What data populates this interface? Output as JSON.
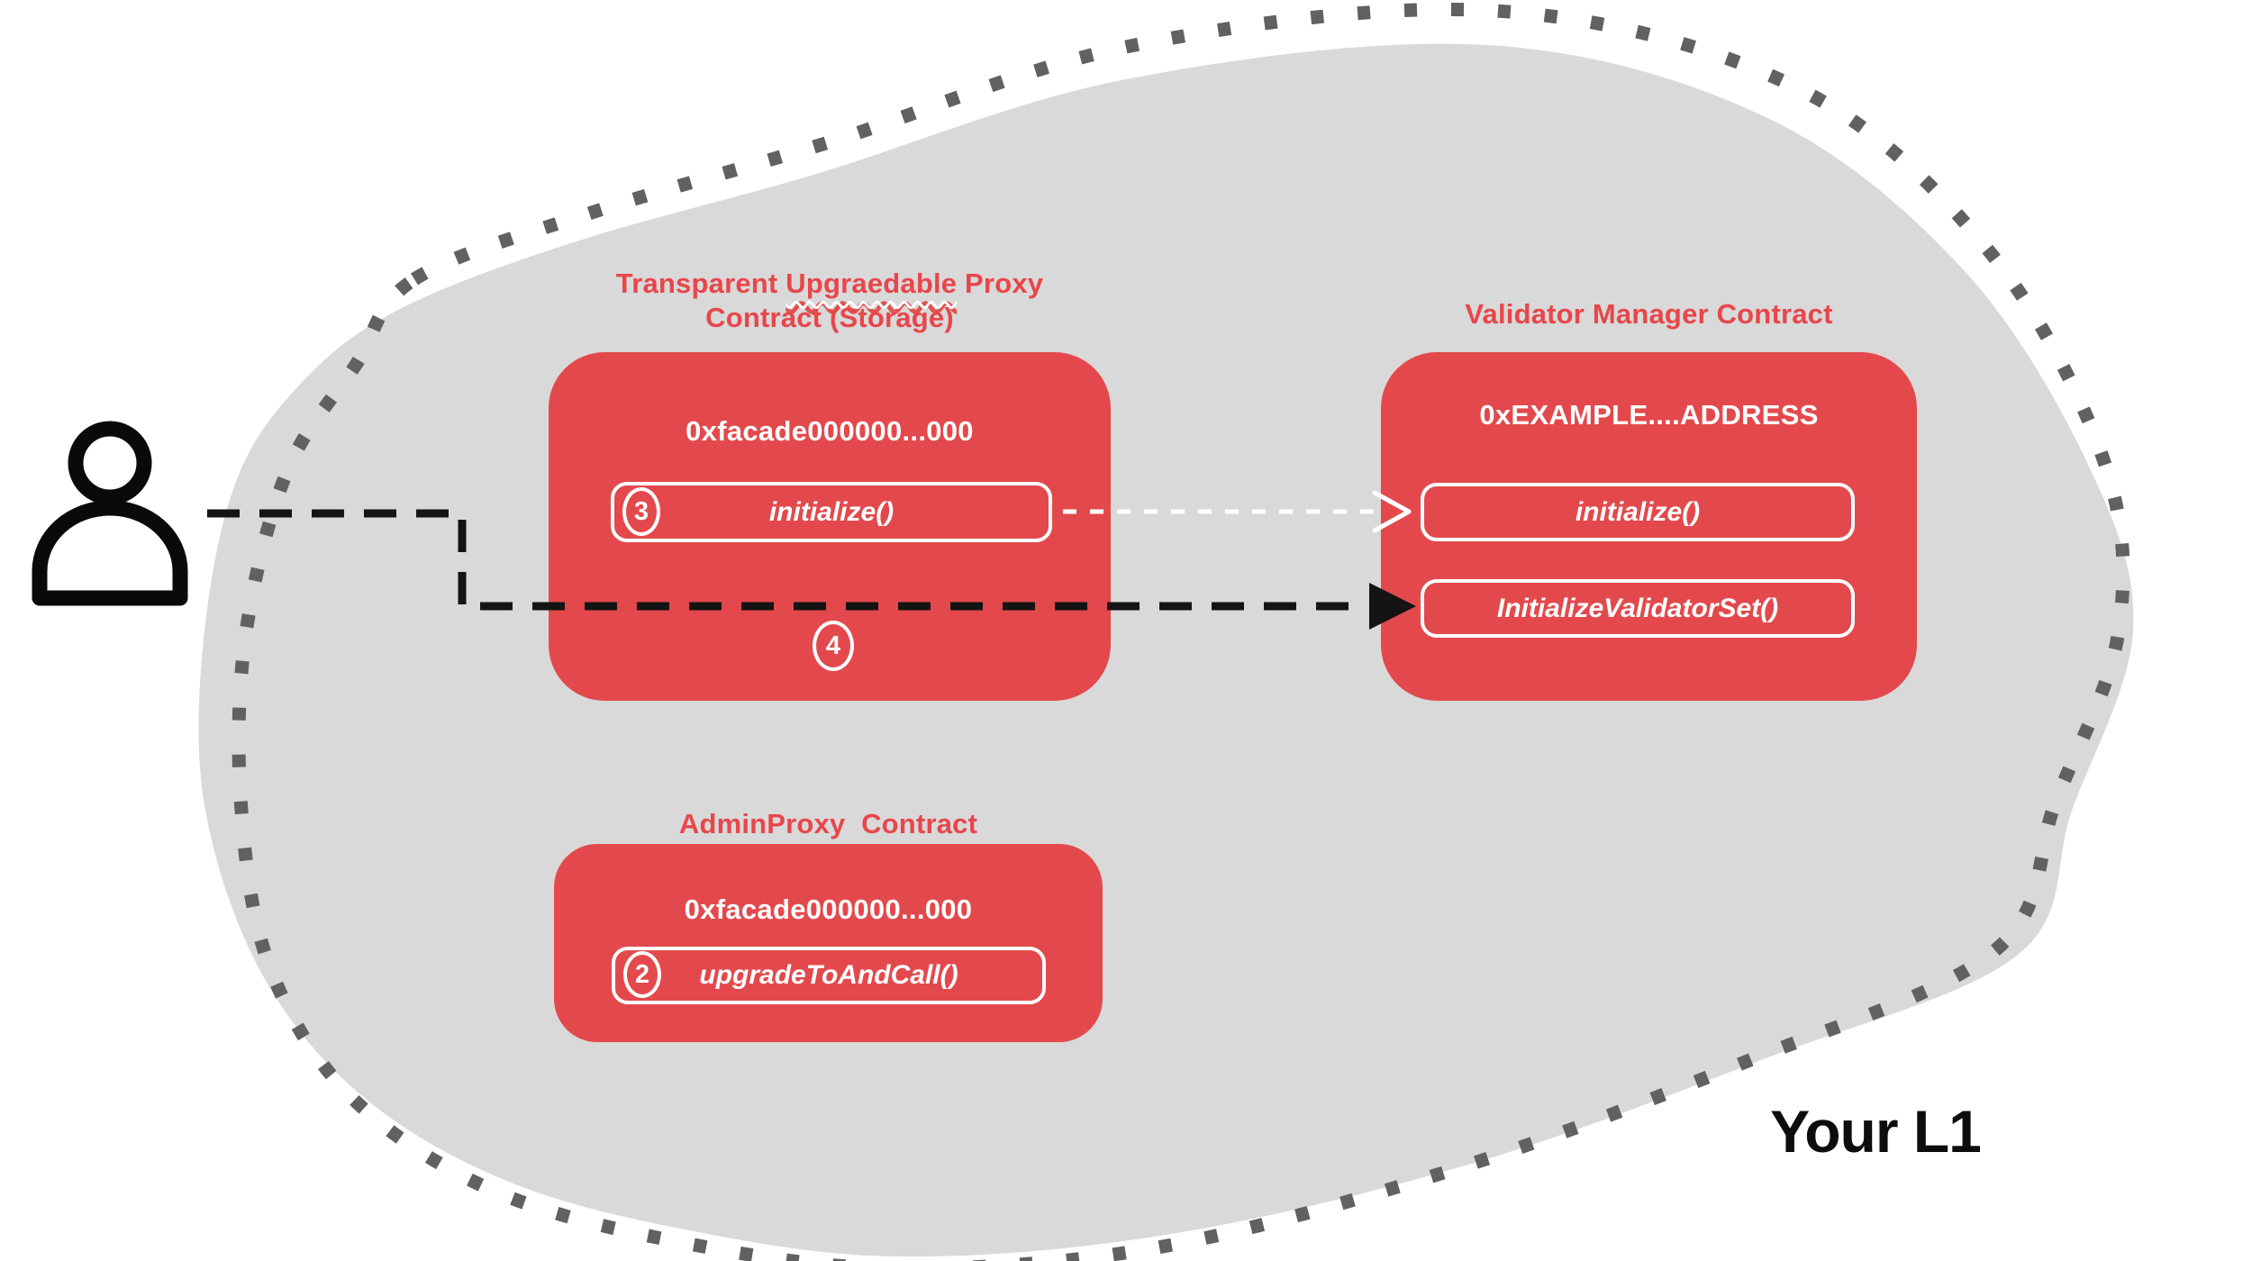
{
  "region": {
    "label": "Your L1"
  },
  "proxy_contract": {
    "title_pre": "Transparent ",
    "title_misspelled": "Upgraedable",
    "title_post": " Proxy",
    "title_line2": "Contract (Storage)",
    "address": "0xfacade000000...000",
    "function_initialize": "initialize()",
    "step_initialize": "3",
    "step_forward": "4"
  },
  "validator_contract": {
    "title": "Validator Manager Contract",
    "address": "0xEXAMPLE....ADDRESS",
    "function_initialize": "initialize()",
    "function_initialize_validator_set": "InitializeValidatorSet()"
  },
  "admin_contract": {
    "title": "AdminProxy  Contract",
    "address": "0xfacade000000...000",
    "function_upgrade": "upgradeToAndCall()",
    "step_upgrade": "2"
  },
  "colors": {
    "contract_fill": "#e3494c",
    "label_red": "#e8464b",
    "blob_fill": "#d9d9d9",
    "dot_border": "#616161",
    "arrow_black": "#141414",
    "arrow_white": "#ffffff",
    "your_l1_text": "#0d0d0d"
  }
}
